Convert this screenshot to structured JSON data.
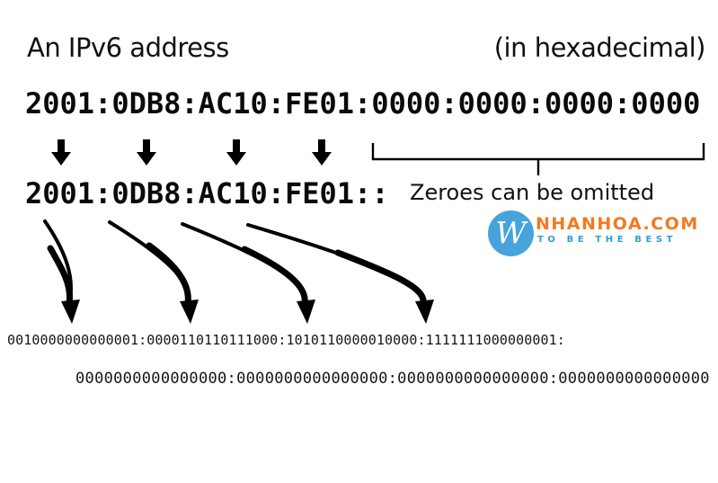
{
  "title": {
    "left": "An IPv6 address",
    "right": "(in hexadecimal)"
  },
  "addresses": {
    "full_hex": "2001:0DB8:AC10:FE01:0000:0000:0000:0000",
    "short_hex": "2001:0DB8:AC10:FE01::"
  },
  "annotations": {
    "zeroes_note": "Zeroes can be omitted"
  },
  "binary": {
    "line1": "0010000000000001:0000110110111000:1010110000010000:1111111000000001:",
    "line2": "0000000000000000:0000000000000000:0000000000000000:0000000000000000"
  },
  "watermark": {
    "monogram": "W",
    "name": "NHANHOA.COM",
    "slogan": "TO BE THE BEST",
    "circle_color": "#47A3DB",
    "name_color": "#F5791F",
    "slogan_color": "#2E9FD4"
  },
  "colors": {
    "background": "#FFFFFF",
    "text": "#000000",
    "arrows": "#000000"
  }
}
